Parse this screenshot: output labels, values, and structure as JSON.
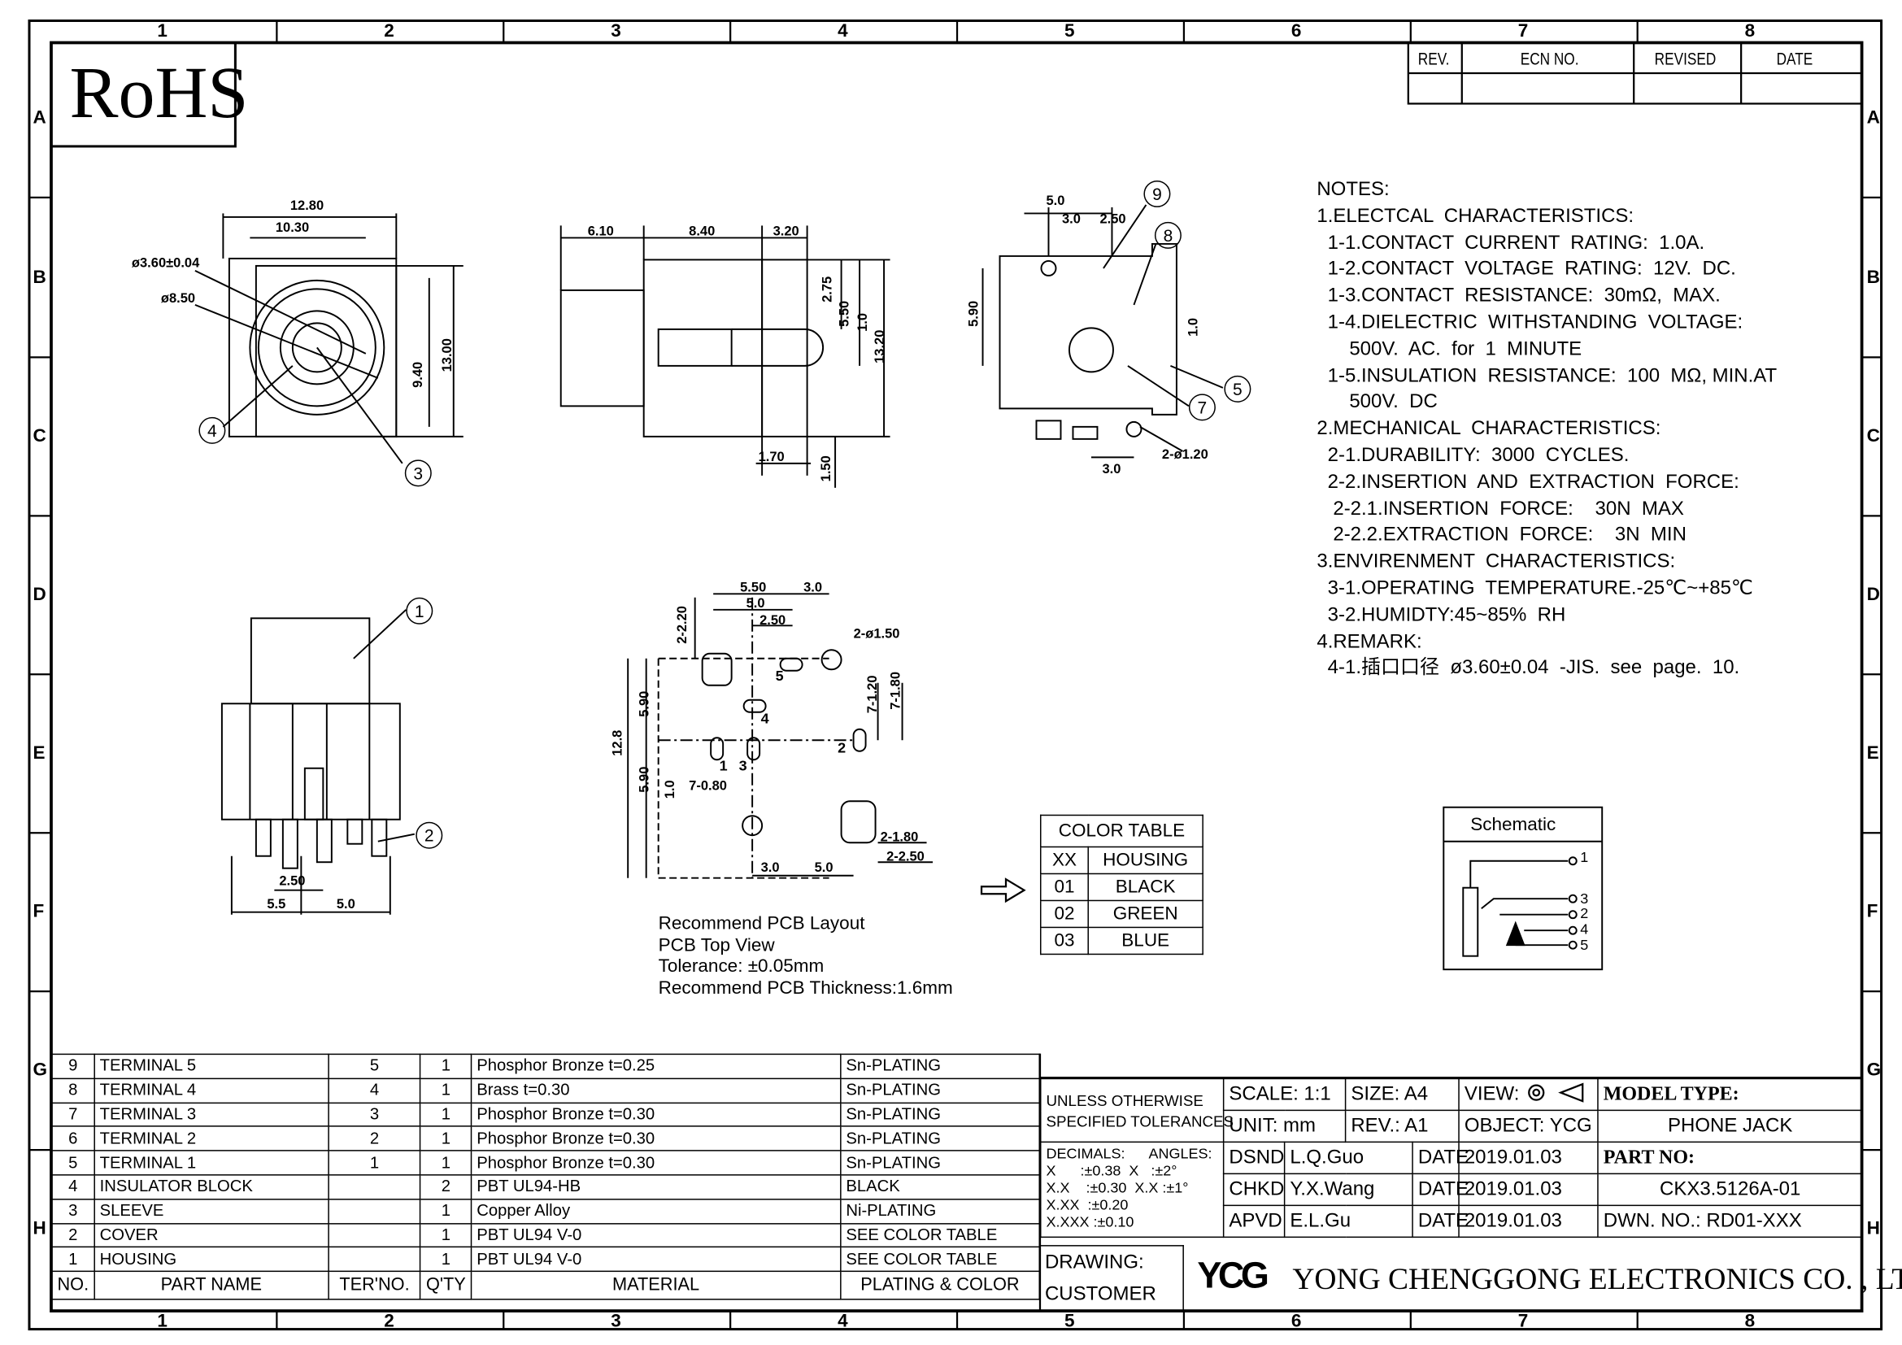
{
  "frame": {
    "columns": [
      "1",
      "2",
      "3",
      "4",
      "5",
      "6",
      "7",
      "8"
    ],
    "rows": [
      "A",
      "B",
      "C",
      "D",
      "E",
      "F",
      "G",
      "H"
    ]
  },
  "logo": {
    "rohs": "RoHS",
    "company_mark": "YCG"
  },
  "revision_table": {
    "headers": [
      "REV.",
      "ECN NO.",
      "REVISED",
      "DATE"
    ]
  },
  "notes": [
    "NOTES:",
    "1.ELECTCAL  CHARACTERISTICS:",
    "  1-1.CONTACT  CURRENT  RATING:  1.0A.",
    "  1-2.CONTACT  VOLTAGE  RATING:  12V.  DC.",
    "  1-3.CONTACT  RESISTANCE:  30mΩ,  MAX.",
    "  1-4.DIELECTRIC  WITHSTANDING  VOLTAGE:",
    "      500V.  AC.  for  1  MINUTE",
    "  1-5.INSULATION  RESISTANCE:  100  MΩ, MIN.AT",
    "      500V.  DC",
    "2.MECHANICAL  CHARACTERISTICS:",
    "  2-1.DURABILITY:  3000  CYCLES.",
    "  2-2.INSERTION  AND  EXTRACTION  FORCE:",
    "   2-2.1.INSERTION  FORCE:    30N  MAX",
    "   2-2.2.EXTRACTION  FORCE:    3N  MIN",
    "3.ENVIRENMENT  CHARACTERISTICS:",
    "  3-1.OPERATING  TEMPERATURE.-25℃~+85℃",
    "  3-2.HUMIDTY:45~85%  RH",
    "4.REMARK:",
    "  4-1.插口口径  ø3.60±0.04  -JIS.  see  page.  10."
  ],
  "dimensions": {
    "front": [
      "12.80",
      "10.30",
      "ø3.60±0.04",
      "ø8.50",
      "9.40",
      "13.00"
    ],
    "side": [
      "6.10",
      "8.40",
      "3.20",
      "2.75",
      "5.50",
      "1.0",
      "13.20",
      "1.70",
      "1.50"
    ],
    "top": [
      "5.0",
      "3.0",
      "2.50",
      "5.90",
      "1.0",
      "3.0",
      "2-ø1.20"
    ],
    "bottom": [
      "2.50",
      "5.5",
      "5.0"
    ],
    "pcb": [
      "5.50",
      "3.0",
      "5.0",
      "2.50",
      "2-2.20",
      "2-ø1.50",
      "7-1.20",
      "7-1.80",
      "5.90",
      "12.8",
      "5.90",
      "1.0",
      "7-0.80",
      "2-1.80",
      "2-2.50",
      "3.0",
      "5.0"
    ]
  },
  "balloons": [
    "1",
    "2",
    "3",
    "4",
    "5",
    "7",
    "8",
    "9"
  ],
  "pcb_pin_labels": [
    "5",
    "4",
    "1",
    "3",
    "2"
  ],
  "pcb_notes": [
    "Recommend  PCB  Layout",
    "PCB  Top  View",
    "Tolerance:  ±0.05mm",
    "Recommend  PCB  Thickness:1.6mm"
  ],
  "color_table": {
    "title": "COLOR  TABLE",
    "header": [
      "XX",
      "HOUSING"
    ],
    "rows": [
      [
        "01",
        "BLACK"
      ],
      [
        "02",
        "GREEN"
      ],
      [
        "03",
        "BLUE"
      ]
    ]
  },
  "schematic": {
    "title": "Schematic",
    "pins": [
      "1",
      "3",
      "2",
      "4",
      "5"
    ]
  },
  "parts": {
    "headers": [
      "NO.",
      "PART NAME",
      "TER'NO.",
      "Q'TY",
      "MATERIAL",
      "PLATING & COLOR"
    ],
    "rows": [
      [
        "9",
        "TERMINAL 5",
        "5",
        "1",
        "Phosphor  Bronze  t=0.25",
        "Sn-PLATING"
      ],
      [
        "8",
        "TERMINAL 4",
        "4",
        "1",
        "Brass  t=0.30",
        "Sn-PLATING"
      ],
      [
        "7",
        "TERMINAL 3",
        "3",
        "1",
        "Phosphor  Bronze  t=0.30",
        "Sn-PLATING"
      ],
      [
        "6",
        "TERMINAL 2",
        "2",
        "1",
        "Phosphor  Bronze  t=0.30",
        "Sn-PLATING"
      ],
      [
        "5",
        "TERMINAL 1",
        "1",
        "1",
        "Phosphor  Bronze  t=0.30",
        "Sn-PLATING"
      ],
      [
        "4",
        "INSULATOR BLOCK",
        "",
        "2",
        "PBT  UL94-HB",
        "BLACK"
      ],
      [
        "3",
        "SLEEVE",
        "",
        "1",
        "Copper  Alloy",
        "Ni-PLATING"
      ],
      [
        "2",
        "COVER",
        "",
        "1",
        "PBT  UL94  V-0",
        "SEE  COLOR  TABLE"
      ],
      [
        "1",
        "HOUSING",
        "",
        "1",
        "PBT  UL94  V-0",
        "SEE  COLOR  TABLE"
      ]
    ]
  },
  "title_block": {
    "tolerance_title": [
      "UNLESS  OTHERWISE",
      "SPECIFIED  TOLERANCES"
    ],
    "tolerances": [
      "DECIMALS:      ANGLES:",
      "X      :±0.38  X   :±2°",
      "X.X    :±0.30  X.X :±1°",
      "X.XX  :±0.20",
      "X.XXX :±0.10"
    ],
    "scale": "SCALE:  1:1",
    "size": "SIZE:  A4",
    "view": "VIEW:",
    "unit": "UNIT:  mm",
    "rev": "REV.:  A1",
    "object": "OBJECT:  YCG",
    "model_type_label": "MODEL  TYPE:",
    "model_type": "PHONE  JACK",
    "part_no_label": "PART  NO:",
    "part_no": "CKX3.5126A-01",
    "dwn_no": "DWN.  NO.:  RD01-XXX",
    "approvals": [
      {
        "role": "DSND",
        "name": "L.Q.Guo",
        "date_label": "DATE",
        "date": "2019.01.03"
      },
      {
        "role": "CHKD",
        "name": "Y.X.Wang",
        "date_label": "DATE",
        "date": "2019.01.03"
      },
      {
        "role": "APVD",
        "name": "E.L.Gu",
        "date_label": "DATE",
        "date": "2019.01.03"
      }
    ],
    "drawing": "DRAWING:",
    "customer": "CUSTOMER",
    "company": "YONG  CHENGGONG  ELECTRONICS  CO. , LTD."
  }
}
